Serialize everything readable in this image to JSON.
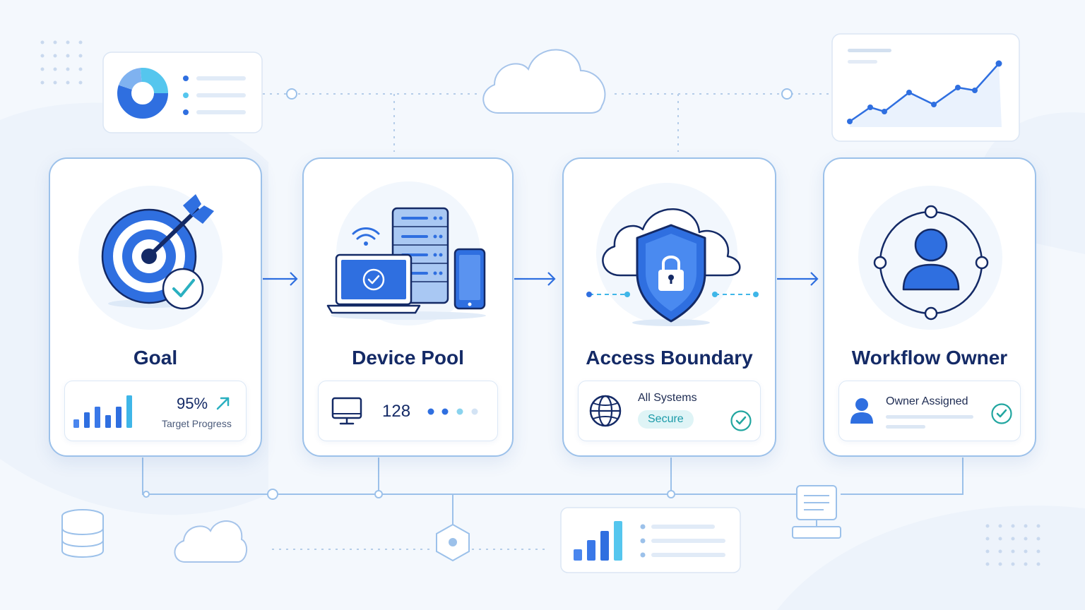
{
  "steps": [
    {
      "title": "Goal",
      "icon": "target-icon",
      "metric": "95%",
      "metric_label": "Target Progress",
      "progress": 0.95
    },
    {
      "title": "Device Pool",
      "icon": "devices-icon",
      "count": "128"
    },
    {
      "title": "Access Boundary",
      "icon": "shield-lock-icon",
      "label": "All Systems",
      "badge": "Secure"
    },
    {
      "title": "Workflow Owner",
      "icon": "owner-icon",
      "label": "Owner Assigned"
    }
  ],
  "colors": {
    "primary": "#2f6fe0",
    "navy": "#142a66",
    "accent": "#3fb6e8",
    "success": "#22a6a0",
    "border": "#9cc1ea",
    "background": "#f4f8fd"
  }
}
